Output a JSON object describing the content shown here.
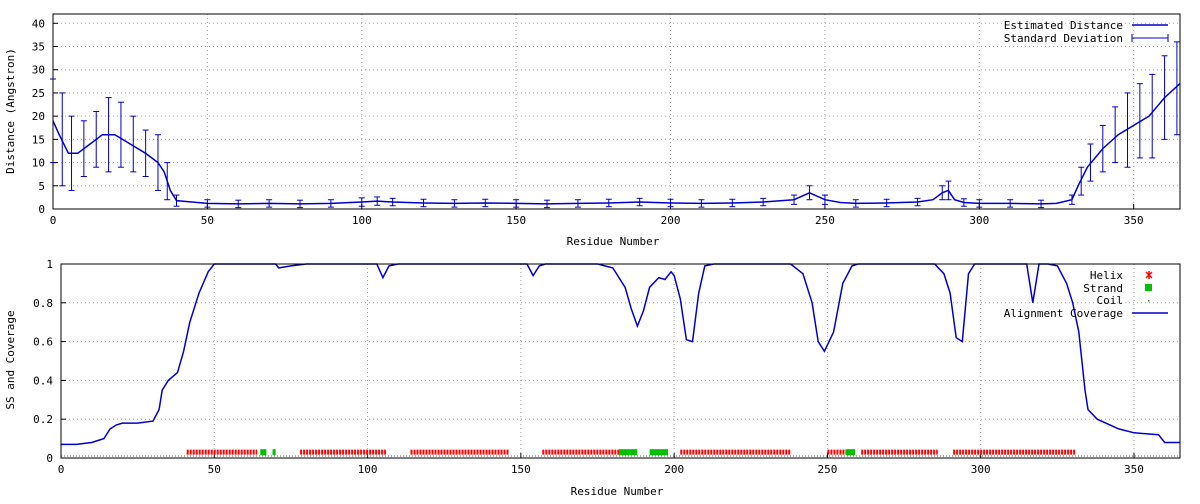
{
  "colors": {
    "line": "#0000cc",
    "helix": "#ff0000",
    "strand": "#00c000",
    "coil": "#606060"
  },
  "chart_data": [
    {
      "type": "line",
      "xlabel": "Residue Number",
      "ylabel": "Distance (Angstron)",
      "xlim": [
        0,
        365
      ],
      "ylim": [
        0,
        42
      ],
      "x_ticks": [
        "0",
        "50",
        "100",
        "150",
        "200",
        "250",
        "300",
        "350"
      ],
      "y_ticks": [
        "0",
        "5",
        "10",
        "15",
        "20",
        "25",
        "30",
        "35",
        "40"
      ],
      "grid": true,
      "legend_position": "top-right",
      "series": [
        {
          "name": "Estimated Distance",
          "points": [
            [
              0,
              19
            ],
            [
              2,
              16
            ],
            [
              5,
              12
            ],
            [
              8,
              12
            ],
            [
              12,
              14
            ],
            [
              16,
              16
            ],
            [
              20,
              16
            ],
            [
              25,
              14
            ],
            [
              30,
              12
            ],
            [
              34,
              10
            ],
            [
              36,
              8
            ],
            [
              38,
              4
            ],
            [
              40,
              1.8
            ],
            [
              50,
              1.2
            ],
            [
              60,
              1.1
            ],
            [
              70,
              1.2
            ],
            [
              80,
              1.1
            ],
            [
              90,
              1.2
            ],
            [
              100,
              1.5
            ],
            [
              105,
              1.7
            ],
            [
              110,
              1.5
            ],
            [
              120,
              1.3
            ],
            [
              130,
              1.2
            ],
            [
              140,
              1.3
            ],
            [
              150,
              1.2
            ],
            [
              160,
              1.1
            ],
            [
              170,
              1.2
            ],
            [
              180,
              1.3
            ],
            [
              190,
              1.5
            ],
            [
              200,
              1.3
            ],
            [
              210,
              1.2
            ],
            [
              220,
              1.3
            ],
            [
              230,
              1.5
            ],
            [
              240,
              2
            ],
            [
              245,
              3.5
            ],
            [
              250,
              2
            ],
            [
              255,
              1.4
            ],
            [
              260,
              1.2
            ],
            [
              270,
              1.3
            ],
            [
              280,
              1.5
            ],
            [
              285,
              2
            ],
            [
              288,
              3.5
            ],
            [
              290,
              4
            ],
            [
              292,
              2
            ],
            [
              295,
              1.4
            ],
            [
              300,
              1.2
            ],
            [
              310,
              1.2
            ],
            [
              320,
              1.1
            ],
            [
              325,
              1.2
            ],
            [
              330,
              2
            ],
            [
              332,
              5
            ],
            [
              335,
              9
            ],
            [
              340,
              13
            ],
            [
              345,
              16
            ],
            [
              350,
              18
            ],
            [
              355,
              20
            ],
            [
              360,
              24
            ],
            [
              365,
              27
            ]
          ]
        },
        {
          "name": "Standard Deviation",
          "errorbars": [
            [
              0,
              19,
              28
            ],
            [
              3,
              15,
              25
            ],
            [
              6,
              12,
              20
            ],
            [
              10,
              13,
              19
            ],
            [
              14,
              15,
              21
            ],
            [
              18,
              16,
              24
            ],
            [
              22,
              16,
              23
            ],
            [
              26,
              14,
              20
            ],
            [
              30,
              12,
              17
            ],
            [
              34,
              10,
              16
            ],
            [
              37,
              6,
              10
            ],
            [
              40,
              1.8,
              3
            ],
            [
              50,
              1.2,
              2
            ],
            [
              60,
              1.1,
              1.9
            ],
            [
              70,
              1.2,
              2
            ],
            [
              80,
              1.1,
              1.9
            ],
            [
              90,
              1.2,
              2
            ],
            [
              100,
              1.5,
              2.4
            ],
            [
              105,
              1.7,
              2.6
            ],
            [
              110,
              1.5,
              2.3
            ],
            [
              120,
              1.3,
              2.1
            ],
            [
              130,
              1.2,
              2
            ],
            [
              140,
              1.3,
              2.1
            ],
            [
              150,
              1.2,
              2
            ],
            [
              160,
              1.1,
              1.9
            ],
            [
              170,
              1.2,
              2
            ],
            [
              180,
              1.3,
              2.1
            ],
            [
              190,
              1.5,
              2.3
            ],
            [
              200,
              1.3,
              2.1
            ],
            [
              210,
              1.2,
              2
            ],
            [
              220,
              1.3,
              2.1
            ],
            [
              230,
              1.5,
              2.3
            ],
            [
              240,
              2,
              3
            ],
            [
              245,
              3.5,
              5
            ],
            [
              250,
              2,
              3
            ],
            [
              260,
              1.2,
              2
            ],
            [
              270,
              1.3,
              2.1
            ],
            [
              280,
              1.5,
              2.3
            ],
            [
              288,
              3.5,
              5
            ],
            [
              290,
              4,
              6
            ],
            [
              295,
              1.4,
              2.2
            ],
            [
              300,
              1.2,
              2
            ],
            [
              310,
              1.2,
              2
            ],
            [
              320,
              1.1,
              1.9
            ],
            [
              330,
              2,
              3
            ],
            [
              333,
              6,
              9
            ],
            [
              336,
              10,
              14
            ],
            [
              340,
              13,
              18
            ],
            [
              344,
              16,
              22
            ],
            [
              348,
              17,
              25
            ],
            [
              352,
              19,
              27
            ],
            [
              356,
              20,
              29
            ],
            [
              360,
              24,
              33
            ],
            [
              364,
              26,
              36
            ]
          ]
        }
      ]
    },
    {
      "type": "line",
      "xlabel": "Residue Number",
      "ylabel": "SS and Coverage",
      "xlim": [
        0,
        365
      ],
      "ylim": [
        0,
        1
      ],
      "x_ticks": [
        "0",
        "50",
        "100",
        "150",
        "200",
        "250",
        "300",
        "350"
      ],
      "y_ticks": [
        "0",
        "0.2",
        "0.4",
        "0.6",
        "0.8",
        "1"
      ],
      "grid": true,
      "legend_position": "top-right",
      "series": [
        {
          "name": "Alignment Coverage",
          "points": [
            [
              0,
              0.07
            ],
            [
              5,
              0.07
            ],
            [
              10,
              0.08
            ],
            [
              14,
              0.1
            ],
            [
              16,
              0.15
            ],
            [
              18,
              0.17
            ],
            [
              20,
              0.18
            ],
            [
              25,
              0.18
            ],
            [
              30,
              0.19
            ],
            [
              32,
              0.25
            ],
            [
              33,
              0.35
            ],
            [
              35,
              0.4
            ],
            [
              38,
              0.44
            ],
            [
              40,
              0.55
            ],
            [
              42,
              0.7
            ],
            [
              45,
              0.85
            ],
            [
              48,
              0.96
            ],
            [
              50,
              1
            ],
            [
              70,
              1
            ],
            [
              71,
              0.98
            ],
            [
              75,
              0.99
            ],
            [
              80,
              1
            ],
            [
              103,
              1
            ],
            [
              105,
              0.93
            ],
            [
              107,
              0.99
            ],
            [
              110,
              1
            ],
            [
              152,
              1
            ],
            [
              154,
              0.94
            ],
            [
              156,
              0.99
            ],
            [
              158,
              1
            ],
            [
              175,
              1
            ],
            [
              180,
              0.98
            ],
            [
              184,
              0.88
            ],
            [
              186,
              0.77
            ],
            [
              188,
              0.68
            ],
            [
              190,
              0.76
            ],
            [
              192,
              0.88
            ],
            [
              195,
              0.93
            ],
            [
              197,
              0.92
            ],
            [
              199,
              0.96
            ],
            [
              200,
              0.94
            ],
            [
              202,
              0.82
            ],
            [
              204,
              0.61
            ],
            [
              206,
              0.6
            ],
            [
              208,
              0.85
            ],
            [
              210,
              0.99
            ],
            [
              213,
              1
            ],
            [
              238,
              1
            ],
            [
              242,
              0.95
            ],
            [
              245,
              0.8
            ],
            [
              247,
              0.6
            ],
            [
              249,
              0.55
            ],
            [
              252,
              0.65
            ],
            [
              255,
              0.9
            ],
            [
              258,
              0.99
            ],
            [
              260,
              1
            ],
            [
              285,
              1
            ],
            [
              288,
              0.95
            ],
            [
              290,
              0.85
            ],
            [
              292,
              0.62
            ],
            [
              294,
              0.6
            ],
            [
              296,
              0.95
            ],
            [
              298,
              1
            ],
            [
              315,
              1
            ],
            [
              317,
              0.8
            ],
            [
              319,
              1
            ],
            [
              322,
              1
            ],
            [
              325,
              0.99
            ],
            [
              328,
              0.9
            ],
            [
              330,
              0.8
            ],
            [
              332,
              0.65
            ],
            [
              334,
              0.35
            ],
            [
              335,
              0.25
            ],
            [
              338,
              0.2
            ],
            [
              345,
              0.15
            ],
            [
              350,
              0.13
            ],
            [
              358,
              0.12
            ],
            [
              360,
              0.08
            ],
            [
              365,
              0.08
            ]
          ]
        },
        {
          "name": "Helix",
          "ranges": [
            [
              41,
              64
            ],
            [
              78,
              106
            ],
            [
              114,
              146
            ],
            [
              157,
              183
            ],
            [
              202,
              238
            ],
            [
              250,
              257
            ],
            [
              261,
              286
            ],
            [
              291,
              331
            ]
          ]
        },
        {
          "name": "Strand",
          "ranges": [
            [
              65,
              67
            ],
            [
              69,
              70
            ],
            [
              182,
              188
            ],
            [
              192,
              198
            ],
            [
              256,
              259
            ]
          ]
        },
        {
          "name": "Coil",
          "ranges": [
            [
              0,
              365
            ]
          ]
        }
      ]
    }
  ]
}
